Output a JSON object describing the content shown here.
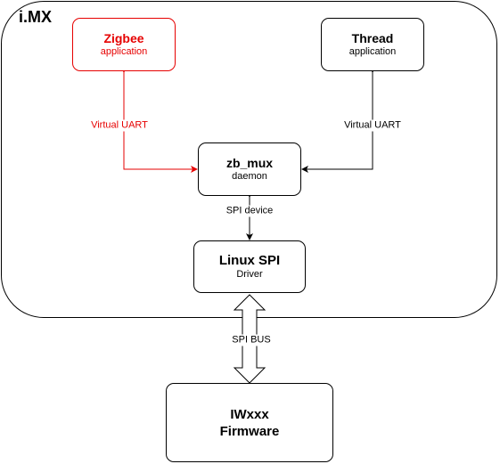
{
  "container": {
    "title": "i.MX"
  },
  "boxes": {
    "zigbee": {
      "title": "Zigbee",
      "subtitle": "application"
    },
    "thread": {
      "title": "Thread",
      "subtitle": "application"
    },
    "zb_mux": {
      "title": "zb_mux",
      "subtitle": "daemon"
    },
    "linux_spi": {
      "title": "Linux SPI",
      "subtitle": "Driver"
    },
    "iwxxx": {
      "line1": "IWxxx",
      "line2": "Firmware"
    }
  },
  "labels": {
    "zigbee_link": "Virtual UART",
    "thread_link": "Virtual UART",
    "spi_device": "SPI device",
    "spi_bus": "SPI BUS"
  },
  "colors": {
    "zigbee_accent": "#e60000",
    "line": "#000000",
    "background": "#ffffff"
  }
}
